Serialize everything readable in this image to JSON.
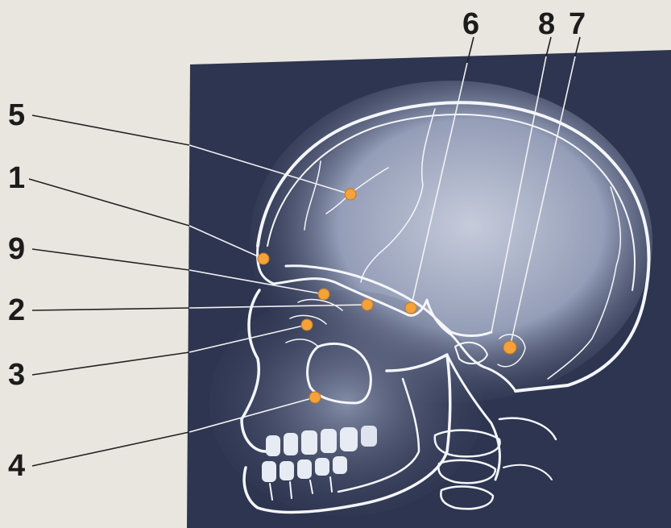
{
  "image": {
    "panel_color": "#2d3550",
    "paper_color": "#e9e6df",
    "marker_color": "#f3a23c",
    "label_color": "#1c1c1c"
  },
  "labels": [
    {
      "id": "l5",
      "text": "5"
    },
    {
      "id": "l1",
      "text": "1"
    },
    {
      "id": "l9",
      "text": "9"
    },
    {
      "id": "l2",
      "text": "2"
    },
    {
      "id": "l3",
      "text": "3"
    },
    {
      "id": "l4",
      "text": "4"
    },
    {
      "id": "l6",
      "text": "6"
    },
    {
      "id": "l8",
      "text": "8"
    },
    {
      "id": "l7",
      "text": "7"
    }
  ]
}
